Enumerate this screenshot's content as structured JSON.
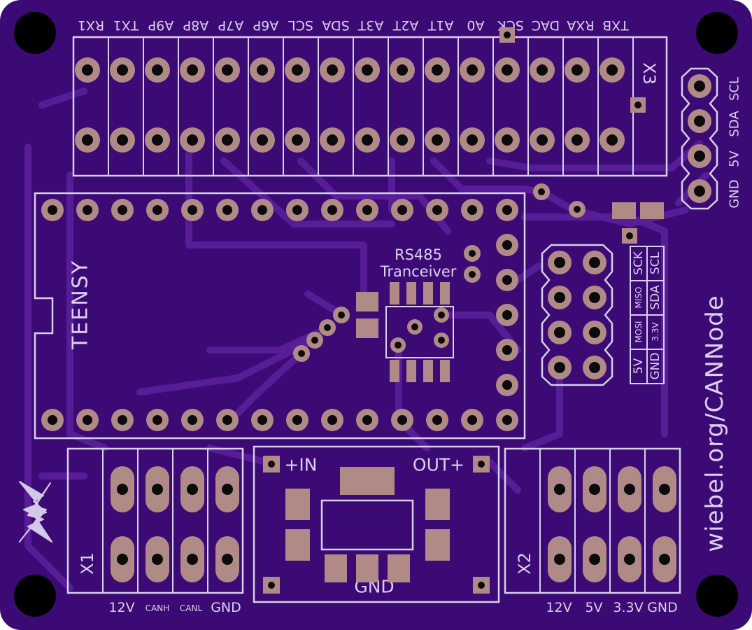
{
  "board": {
    "background": "#3b0a74",
    "pad_color": "#b08a86",
    "silk_color": "#d8cfe9",
    "mount_hole_color": "#000000"
  },
  "x3": {
    "ref": "X3",
    "pin_labels": [
      "TXB",
      "RXA",
      "DAC",
      "SCK",
      "A0",
      "A1T",
      "A2T",
      "A3T",
      "SDA",
      "SCL",
      "A6P",
      "A7P",
      "A8P",
      "A9P",
      "TX1",
      "RX1"
    ]
  },
  "i2c_header": {
    "labels": [
      "GND",
      "5V",
      "SDA",
      "SCL"
    ]
  },
  "teensy": {
    "label": "TEENSY"
  },
  "rs485": {
    "line1": "RS485",
    "line2": "Tranceiver"
  },
  "spi_header": {
    "col1": [
      "SCK",
      "MISO",
      "MOSI",
      "5V"
    ],
    "col2": [
      "SCL",
      "SDA",
      "3.3V",
      "GND"
    ]
  },
  "website": "wiebel.org/CANNode",
  "x1": {
    "ref": "X1",
    "labels": [
      "12V",
      "CANH",
      "CANL",
      "GND"
    ]
  },
  "regulator": {
    "in_label": "+IN",
    "out_label": "OUT+",
    "gnd_label": "GND"
  },
  "x2": {
    "ref": "X2",
    "labels": [
      "12V",
      "5V",
      "3.3V",
      "GND"
    ]
  }
}
